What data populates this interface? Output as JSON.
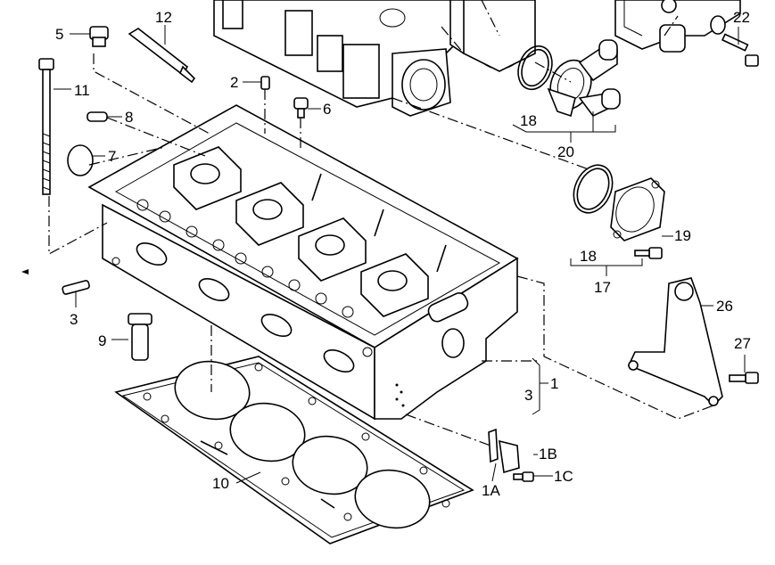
{
  "callouts": {
    "p1": "1",
    "p1a": "1A",
    "p1b": "1B",
    "p1c": "1C",
    "p2": "2",
    "p3a": "3",
    "p3b": "3",
    "p5": "5",
    "p6": "6",
    "p7": "7",
    "p8": "8",
    "p9": "9",
    "p10": "10",
    "p11": "11",
    "p12": "12",
    "p17": "17",
    "p18a": "18",
    "p18b": "18",
    "p19": "19",
    "p20": "20",
    "p22": "22",
    "p26": "26",
    "p27": "27"
  }
}
